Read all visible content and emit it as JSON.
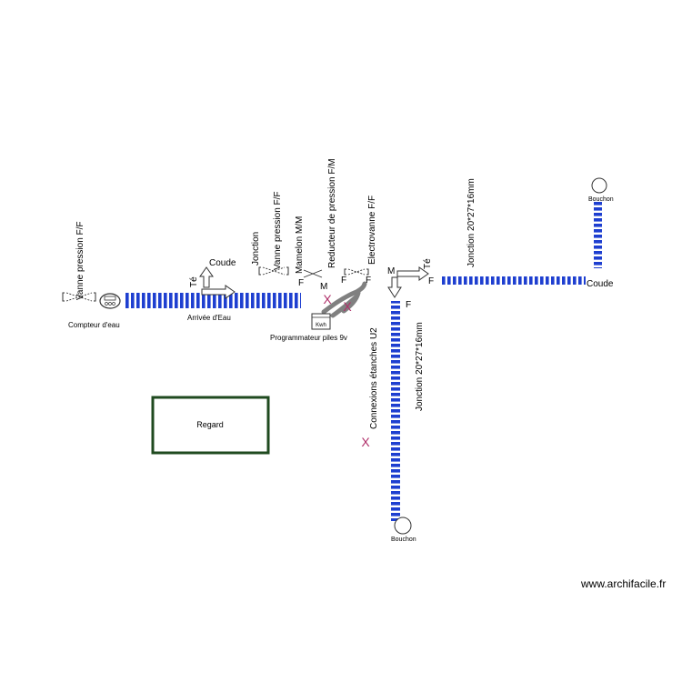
{
  "diagram": {
    "labels": {
      "vanne_ff_1": "Vanne pression F/F",
      "compteur": "Compteur d'eau",
      "arrivee": "Arrivée d'Eau",
      "te_1": "Té",
      "coude_1": "Coude",
      "jonction_1": "Jonction",
      "vanne_ff_2": "Vanne pression F/F",
      "mamelon": "Mamelon M/M",
      "reducteur": "Reducteur de pression F/M",
      "electrovanne": "Electrovanne F/F",
      "programmateur": "Programmateur piles 9v",
      "kwh": "Kwh",
      "connexions": "Connexions étanches U2",
      "jonction_2": "Jonction 20*27*16mm",
      "jonction_3": "Jonction 20*27*16mm",
      "te_2": "Té",
      "coude_2": "Coude",
      "bouchon_1": "Bouchon",
      "bouchon_2": "Bouchon",
      "regard": "Regard",
      "watermark": "www.archifacile.fr"
    },
    "port_marks": {
      "f_mamelon": "F",
      "m_mamelon": "M",
      "f_electro_left": "F",
      "f_electro_right": "F",
      "m_te": "M",
      "f_te_right": "F",
      "f_vertical": "F"
    },
    "error_mark": "X",
    "colors": {
      "pipe": "#1e3fd0",
      "regard_border": "#1f4a1f",
      "error_mark": "#b0306a",
      "hose": "#808080",
      "component_stroke": "#333333"
    }
  }
}
